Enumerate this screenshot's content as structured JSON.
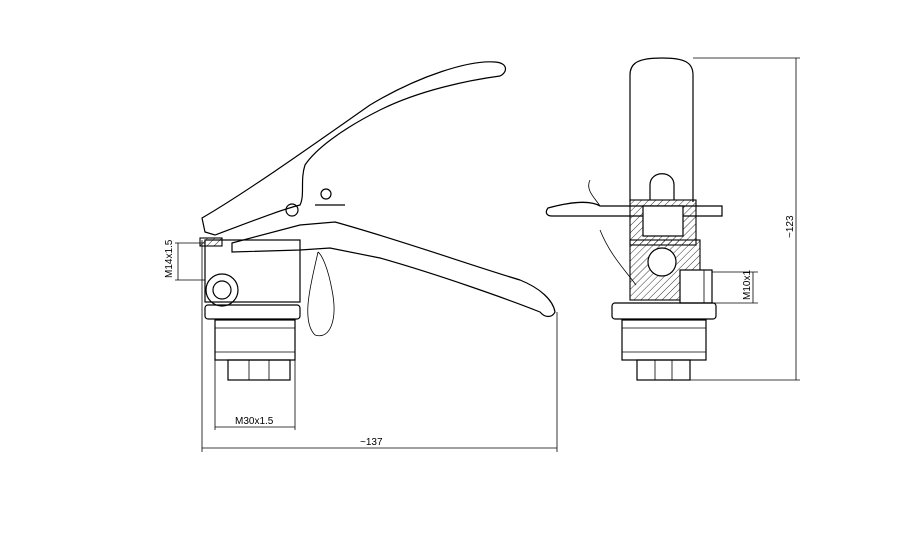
{
  "drawing": {
    "left_view": {
      "thread_side_label": "M14x1.5",
      "thread_bottom_label": "M30x1.5",
      "width_label": "~137"
    },
    "right_view": {
      "port_thread_label": "M10x1",
      "height_label": "~123"
    }
  }
}
